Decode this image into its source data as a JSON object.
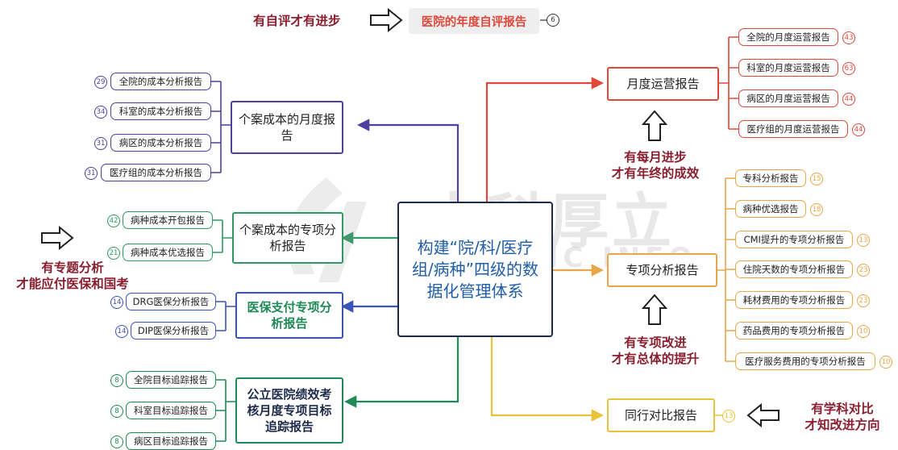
{
  "center": {
    "label": "构建“院/科/医疗组/病种”四级的数据化管理体系"
  },
  "watermark": {
    "brand": "中科厚立",
    "sub": "STIC INFO"
  },
  "top": {
    "slogan": "有自评才有进步",
    "report": "医院的年度自评报告",
    "badge": "6"
  },
  "left_groups": [
    {
      "title": "个案成本的月度报告",
      "color": "#4f3fa0",
      "items": [
        {
          "label": "全院的成本分析报告",
          "badge": "29"
        },
        {
          "label": "科室的成本分析报告",
          "badge": "34"
        },
        {
          "label": "病区的成本分析报告",
          "badge": "31"
        },
        {
          "label": "医疗组的成本分析报告",
          "badge": "31"
        }
      ]
    },
    {
      "title": "个案成本的专项分析报告",
      "color": "#2e9a63",
      "items": [
        {
          "label": "病种成本开包报告",
          "badge": "42"
        },
        {
          "label": "病种成本优选报告",
          "badge": "21"
        }
      ]
    },
    {
      "title": "医保支付专项分析报告",
      "color": "#3a53b8",
      "items": [
        {
          "label": "DRG医保分析报告",
          "badge": "14"
        },
        {
          "label": "DIP医保分析报告",
          "badge": "14"
        }
      ]
    },
    {
      "title": "公立医院绩效考核月度专项目标追踪报告",
      "color": "#1f8a55",
      "items": [
        {
          "label": "全院目标追踪报告",
          "badge": "8"
        },
        {
          "label": "科室目标追踪报告",
          "badge": "8"
        },
        {
          "label": "病区目标追踪报告",
          "badge": "8"
        }
      ]
    }
  ],
  "right_groups": [
    {
      "title": "月度运营报告",
      "color": "#e0483c",
      "items": [
        {
          "label": "全院的月度运营报告",
          "badge": "43"
        },
        {
          "label": "科室的月度运营报告",
          "badge": "63"
        },
        {
          "label": "病区的月度运营报告",
          "badge": "44"
        },
        {
          "label": "医疗组的月度运营报告",
          "badge": "44"
        }
      ]
    },
    {
      "title": "专项分析报告",
      "color": "#e8a64a",
      "items": [
        {
          "label": "专科分析报告",
          "badge": "15"
        },
        {
          "label": "病种优选报告",
          "badge": "18"
        },
        {
          "label": "CMI提升的专项分析报告",
          "badge": "13"
        },
        {
          "label": "住院天数的专项分析报告",
          "badge": "23"
        },
        {
          "label": "耗材费用的专项分析报告",
          "badge": "23"
        },
        {
          "label": "药品费用的专项分析报告",
          "badge": "10"
        },
        {
          "label": "医疗服务费用的专项分析报告",
          "badge": "10"
        }
      ]
    },
    {
      "title": "同行对比报告",
      "color": "#e8c23a",
      "badge": "13"
    }
  ],
  "notes": {
    "left": [
      "有专题分析",
      "才能应付医保和国考"
    ],
    "monthly": [
      "有每月进步",
      "才有年终的成效"
    ],
    "special": [
      "有专项改进",
      "才有总体的提升"
    ],
    "peer": [
      "有学科对比",
      "才知改进方向"
    ]
  }
}
